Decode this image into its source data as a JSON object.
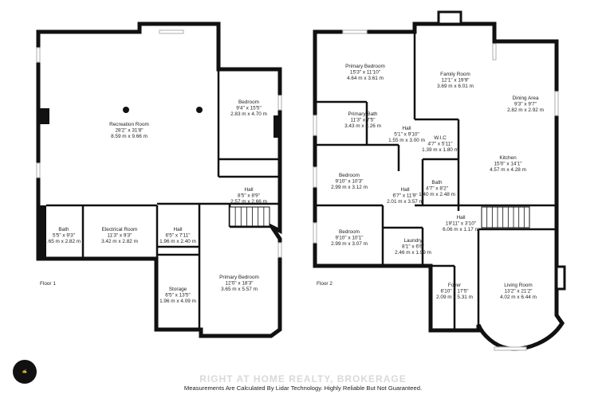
{
  "floors": [
    {
      "id": "floor-1",
      "name": "Floor 1",
      "rooms": [
        {
          "key": "recreation",
          "name": "Recreation Room",
          "imperial": "28'2\" x 31'8\"",
          "metric": "8.59 m x 9.66 m"
        },
        {
          "key": "bedroom",
          "name": "Bedroom",
          "imperial": "9'4\" x 15'5\"",
          "metric": "2.83 m x 4.70 m"
        },
        {
          "key": "hall-a",
          "name": "Hall",
          "imperial": "8'5\" x 8'9\"",
          "metric": "2.57 m x 2.66 m"
        },
        {
          "key": "bath",
          "name": "Bath",
          "imperial": "5'5\" x 9'3\"",
          "metric": ".65 m x 2.82 m"
        },
        {
          "key": "electrical",
          "name": "Electrical Room",
          "imperial": "11'3\" x 9'3\"",
          "metric": "3.42 m x 2.82 m"
        },
        {
          "key": "hall-b",
          "name": "Hall",
          "imperial": "6'5\" x 7'11\"",
          "metric": "1.96 m x 2.40 m"
        },
        {
          "key": "storage",
          "name": "Storage",
          "imperial": "6'5\" x 13'5\"",
          "metric": "1.96 m x 4.09 m"
        },
        {
          "key": "primary-bedroom",
          "name": "Primary Bedroom",
          "imperial": "12'0\" x 18'3\"",
          "metric": "3.65 m x 5.57 m"
        }
      ]
    },
    {
      "id": "floor-2",
      "name": "Floor 2",
      "rooms": [
        {
          "key": "primary-bedroom",
          "name": "Primary Bedroom",
          "imperial": "15'3\" x 11'10\"",
          "metric": "4.64 m x 3.61 m"
        },
        {
          "key": "family-room",
          "name": "Family Room",
          "imperial": "12'1\" x 19'9\"",
          "metric": "3.69 m x 6.01 m"
        },
        {
          "key": "dining",
          "name": "Dining Area",
          "imperial": "9'3\" x 9'7\"",
          "metric": "2.82 m x 2.92 m"
        },
        {
          "key": "primary-bath",
          "name": "Primary Bath",
          "imperial": "11'3\" x 7'5\"",
          "metric": "3.43 m x 2.26 m"
        },
        {
          "key": "hall-a",
          "name": "Hall",
          "imperial": "5'1\" x 9'10\"",
          "metric": "1.55 m x 3.00 m"
        },
        {
          "key": "wic",
          "name": "W.I.C",
          "imperial": "4'7\" x 5'11\"",
          "metric": "1.39 m x 1.80 m"
        },
        {
          "key": "kitchen",
          "name": "Kitchen",
          "imperial": "15'0\" x 14'1\"",
          "metric": "4.57 m x 4.28 m"
        },
        {
          "key": "bedroom-a",
          "name": "Bedroom",
          "imperial": "9'10\" x 10'3\"",
          "metric": "2.99 m x 3.12 m"
        },
        {
          "key": "bath",
          "name": "Bath",
          "imperial": "4'7\" x 8'2\"",
          "metric": "1.40 m x 2.48 m"
        },
        {
          "key": "hall-b",
          "name": "Hall",
          "imperial": "6'7\" x 11'9\"",
          "metric": "2.01 m x 3.57 m"
        },
        {
          "key": "hall-c",
          "name": "Hall",
          "imperial": "19'11\" x 3'10\"",
          "metric": "6.06 m x 1.17 m"
        },
        {
          "key": "bedroom-b",
          "name": "Bedroom",
          "imperial": "9'10\" x 10'1\"",
          "metric": "2.99 m x 3.07 m"
        },
        {
          "key": "laundry",
          "name": "Laundry",
          "imperial": "8'1\" x 6'6\"",
          "metric": "2.46 m x 1.99 m"
        },
        {
          "key": "foyer",
          "name": "Foyer",
          "imperial": "6'10\" x 17'5\"",
          "metric": "2.09 m x 5.31 m"
        },
        {
          "key": "living",
          "name": "Living Room",
          "imperial": "13'2\" x 21'2\"",
          "metric": "4.02 m x 6.44 m"
        }
      ]
    }
  ],
  "watermark": "RIGHT AT HOME REALTY, BROKERAGE",
  "disclaimer": "Measurements Are Calculated By Lidar Technology. Highly Reliable But Not Guaranteed.",
  "logo_icon": "signature-logo-icon"
}
